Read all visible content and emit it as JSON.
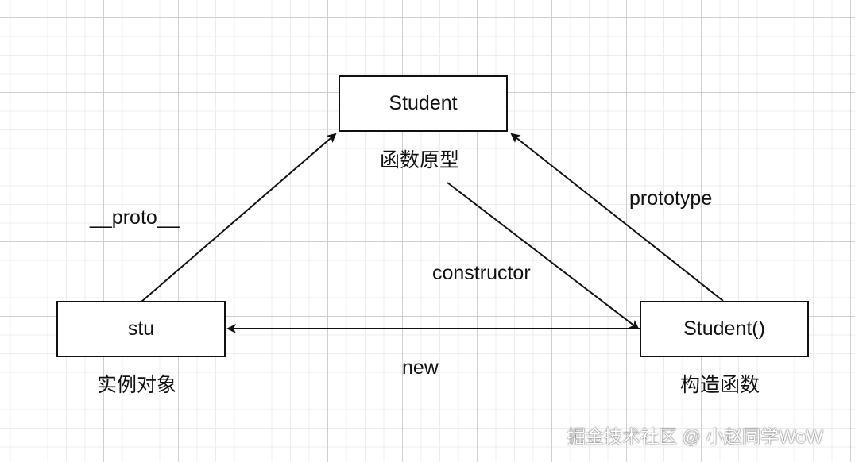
{
  "nodes": {
    "student": "Student",
    "stu": "stu",
    "constructor_fn": "Student()"
  },
  "labels": {
    "function_prototype": "函数原型",
    "instance_object": "实例对象",
    "constructor_function": "构造函数",
    "proto_edge": "__proto__",
    "prototype_edge": "prototype",
    "constructor_edge": "constructor",
    "new_edge": "new"
  },
  "watermark": "掘金技术社区 @ 小赵同学WoW",
  "colors": {
    "stroke": "#111111",
    "grid": "#cfcfcf"
  }
}
